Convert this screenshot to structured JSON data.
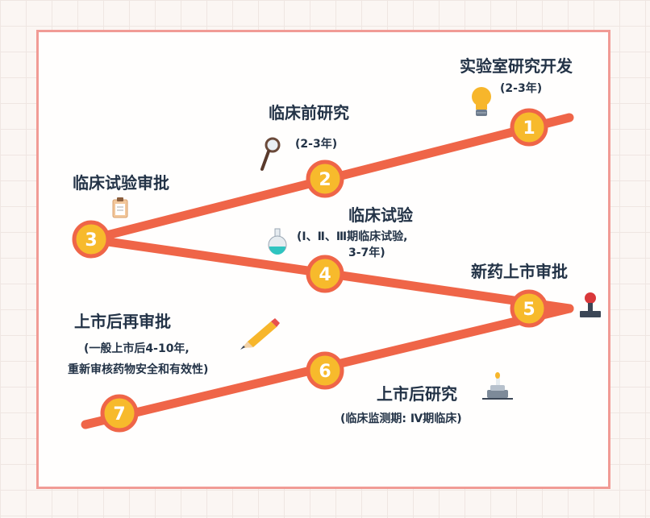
{
  "colors": {
    "line": "#ef6548",
    "node_fill": "#f7ba2c",
    "node_stroke": "#ef6548",
    "text": "#233347",
    "frame_border": "#f19b95"
  },
  "steps": [
    {
      "number": "1",
      "title": "实验室研究开发",
      "detail": "(2-3年)",
      "icon": "lightbulb-icon"
    },
    {
      "number": "2",
      "title": "临床前研究",
      "detail": "(2-3年)",
      "icon": "magnifier-icon"
    },
    {
      "number": "3",
      "title": "临床试验审批",
      "icon": "clipboard-icon"
    },
    {
      "number": "4",
      "title": "临床试验",
      "detail_line1": "(Ⅰ、Ⅱ、Ⅲ期临床试验,",
      "detail_line2": "3-7年)",
      "icon": "flask-icon"
    },
    {
      "number": "5",
      "title": "新药上市审批",
      "icon": "stamp-icon"
    },
    {
      "number": "6",
      "title": "上市后研究",
      "detail": "(临床监测期: Ⅳ期临床)",
      "icon": "microscope-icon"
    },
    {
      "number": "7",
      "title": "上市后再审批",
      "detail_line1": "(一般上市后4-10年,",
      "detail_line2": "重新审核药物安全和有效性)",
      "icon": "pencil-icon"
    }
  ]
}
